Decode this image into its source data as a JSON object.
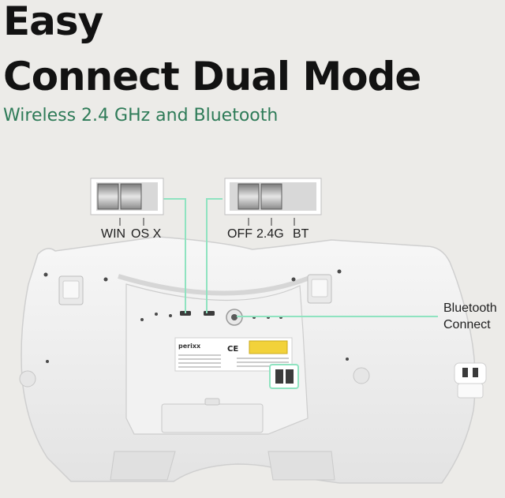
{
  "headline": {
    "line1": "Easy",
    "line2": "Connect Dual Mode"
  },
  "subtitle": "Wireless 2.4 GHz and Bluetooth",
  "os_switch": {
    "labels": [
      "WIN",
      "OS X"
    ]
  },
  "mode_switch": {
    "labels": [
      "OFF",
      "2.4G",
      "BT"
    ]
  },
  "bluetooth_button": {
    "label_line1": "Bluetooth",
    "label_line2": "Connect"
  },
  "label_sticker": {
    "brand": "perixx",
    "certification": "CE"
  },
  "colors": {
    "accent": "#2e7b58",
    "callout_line": "#8fe3c0",
    "background": "#ecebe8",
    "device_body": "#f4f4f4"
  }
}
